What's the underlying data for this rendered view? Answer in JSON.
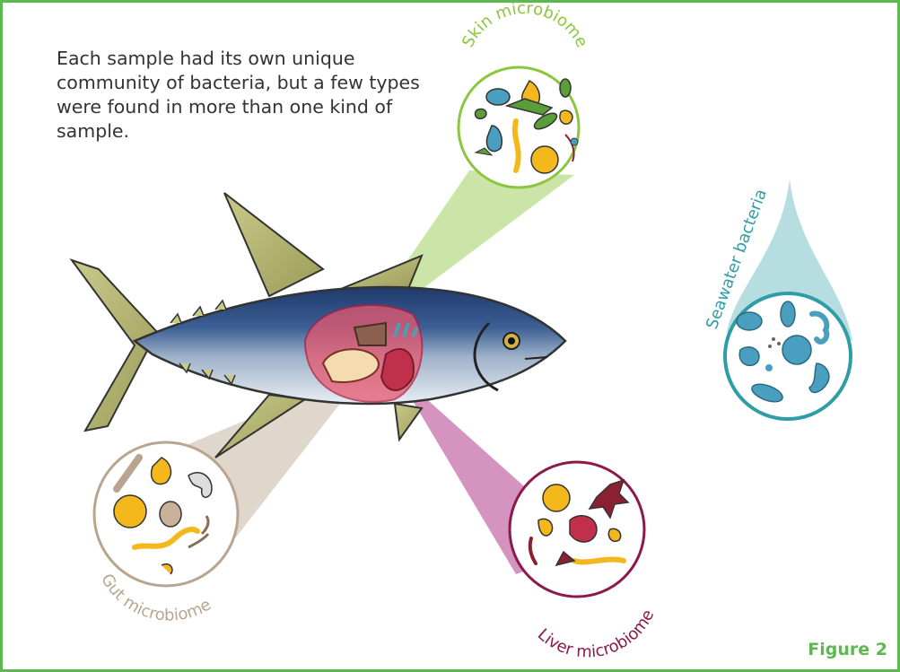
{
  "intro_text": "Each sample had its own unique community of bacteria, but a few types were found in more than one kind of sample.",
  "figure_label": "Figure 2",
  "labels": {
    "skin": "Skin microbiome",
    "seawater": "Seawater bacteria",
    "gut": "Gut microbiome",
    "liver": "Liver microbiome"
  },
  "colors": {
    "frame": "#5cb94f",
    "skin": "#8cc63f",
    "seawater": "#2e9da6",
    "gut": "#b9a58f",
    "liver": "#8b1a4a",
    "bacteria_yellow": "#f5b81c",
    "bacteria_blue": "#4a9fc0",
    "bacteria_green": "#5a9e3a",
    "bacteria_dark_red": "#8b2030"
  }
}
